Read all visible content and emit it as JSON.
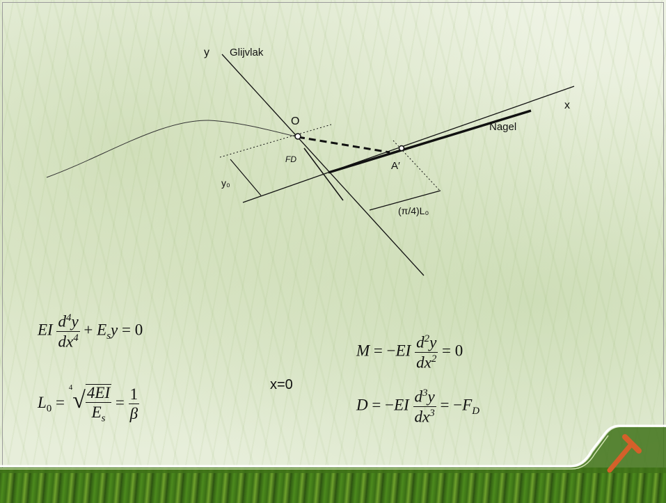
{
  "diagram": {
    "labels": {
      "y_axis": "y",
      "pile": "Glijvlak",
      "origin": "O",
      "x_axis": "x",
      "nail": "Nagel",
      "force": "FD",
      "point_a": "A′",
      "y0": "y₀",
      "length": "(π/4)L₀"
    }
  },
  "equations": {
    "eq1": "EI d⁴y/dx⁴ + Esy = 0",
    "eq2": "L0 = ⁴√(4EI/Es) = 1/β",
    "condition": "x=0",
    "eq3": "M = −EI d²y/dx² = 0",
    "eq4": "D = −EI d³y/dx³ = −FD"
  },
  "logo": {
    "name": "hammer-logo",
    "color": "#d4602a"
  }
}
